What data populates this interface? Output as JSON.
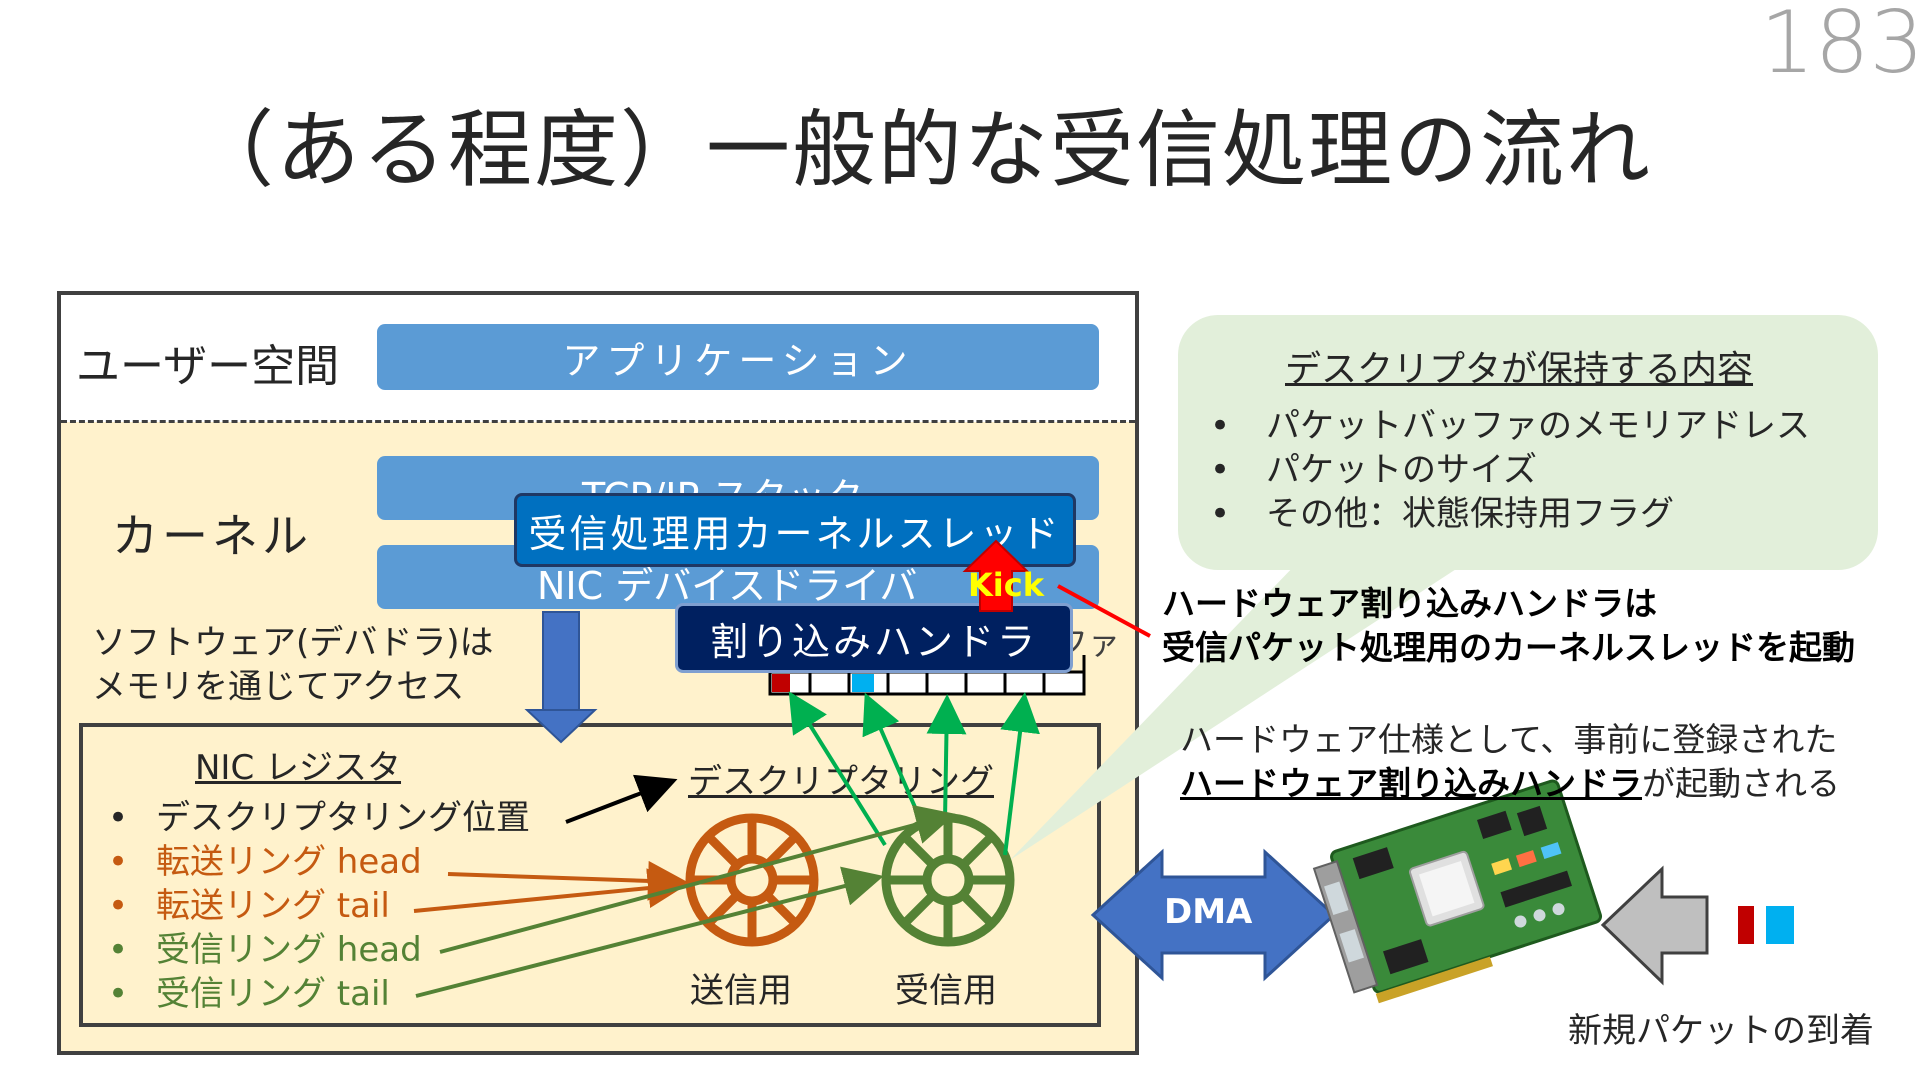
{
  "slide": {
    "number": "183",
    "title": "（ある程度）一般的な受信処理の流れ"
  },
  "diagram": {
    "user_space_label": "ユーザー空間",
    "application_label": "アプリケーション",
    "kernel_label": "カーネル",
    "tcpip_stack_label": "TCP/IP スタック",
    "nic_driver_label": "NIC デバイスドライバ",
    "rx_thread_label": "受信処理用カーネルスレッド",
    "irq_handler_label": "割り込みハンドラ",
    "kick_label": "Kick",
    "buffer_partial_label": "ファ",
    "software_note": [
      "ソフトウェア(デバドラ)は",
      "メモリを通じてアクセス"
    ],
    "nic_register_title": "NIC レジスタ",
    "register_items": [
      {
        "text": "デスクリプタリング位置",
        "color": "#262626"
      },
      {
        "text": "転送リング head",
        "color": "#c55a11"
      },
      {
        "text": "転送リング tail",
        "color": "#c55a11"
      },
      {
        "text": "受信リング head",
        "color": "#548235"
      },
      {
        "text": "受信リング tail",
        "color": "#548235"
      }
    ],
    "bullet_char": "•",
    "descriptor_ring_label": "デスクリプタリング",
    "send_ring_label": "送信用",
    "recv_ring_label": "受信用",
    "dma_label": "DMA",
    "arrival_label": "新規パケットの到着",
    "callout": {
      "title": "デスクリプタが保持する内容",
      "items": [
        "パケットバッファのメモリアドレス",
        "パケットのサイズ",
        "その他：状態保持用フラグ"
      ]
    },
    "hw_irq_note": [
      "ハードウェア割り込みハンドラは",
      "受信パケット処理用のカーネルスレッドを起動"
    ],
    "hw_spec_note": {
      "line1": "ハードウェア仕様として、事前に登録された",
      "line2_emphasis": "ハードウェア割り込みハンドラ",
      "line2_rest": "が起動される"
    },
    "colors": {
      "send_ring": "#c55a11",
      "recv_ring": "#548235",
      "layer_blue": "#5b9bd5",
      "thread_blue": "#0070c0",
      "irq_navy": "#002060",
      "kernel_bg": "#fff2cc",
      "callout_bg": "#e2efda",
      "dma_arrow": "#4472c4",
      "ring_slot_red": "#c00000",
      "ring_slot_cyan": "#00b0f0",
      "kick_arrow": "#ff0000"
    },
    "icons": [
      "nic-card-icon",
      "gray-left-arrow-icon",
      "packet-pair-icon",
      "dma-double-arrow-icon",
      "ring-wheel-icon"
    ]
  }
}
